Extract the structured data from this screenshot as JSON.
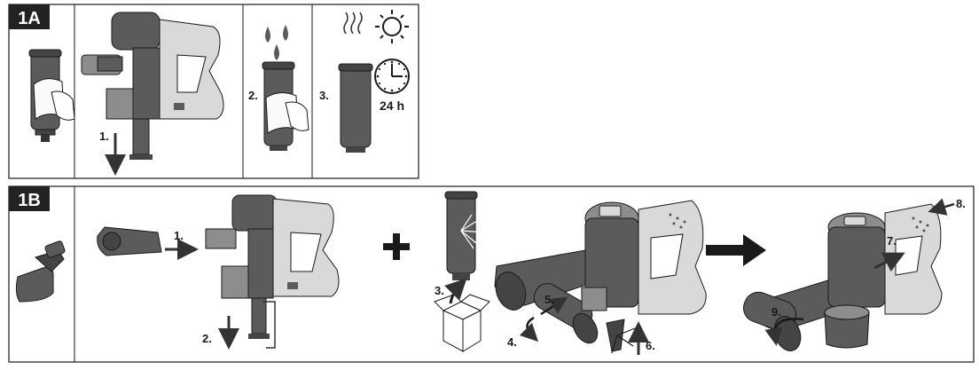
{
  "panel_1a": {
    "badge": "1A",
    "steps": {
      "s1": "1.",
      "s2": "2.",
      "s3": "3."
    },
    "dry_time": "24 h"
  },
  "panel_1b": {
    "badge": "1B",
    "steps": {
      "s1": "1.",
      "s2": "2.",
      "s3": "3.",
      "s4": "4.",
      "s5": "5.",
      "s6": "6.",
      "s7": "7.",
      "s8": "8.",
      "s9": "9."
    }
  },
  "colors": {
    "dark_gray": "#5b5b5b",
    "mid_gray": "#8d8d8d",
    "light_gray": "#d9d9d9",
    "outline": "#1a1a1a"
  }
}
